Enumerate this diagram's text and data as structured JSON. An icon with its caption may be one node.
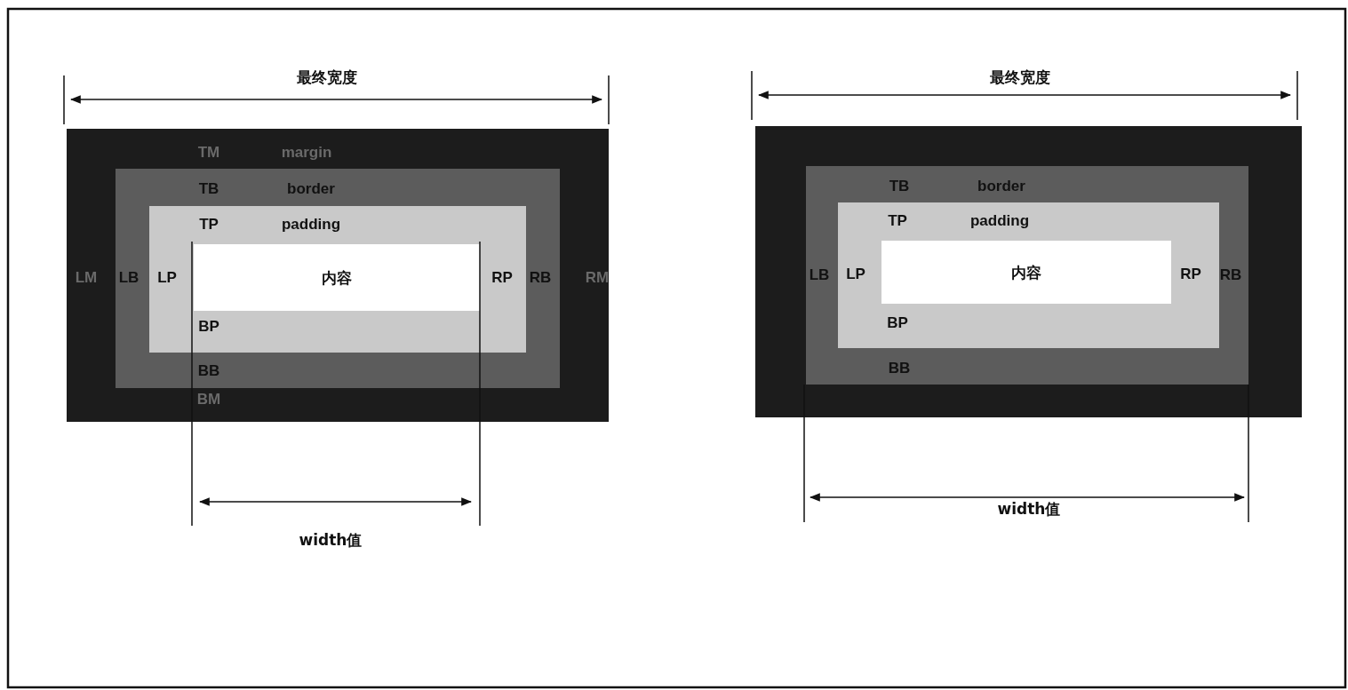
{
  "diagram": {
    "nodes": [
      {
        "text": [
          "TM",
          "margin",
          "LM",
          "RM",
          "BM"
        ]
      },
      {
        "text": [
          "TB",
          "border",
          "LB",
          "RB",
          "BB"
        ],
        "in": 0
      },
      {
        "text": [
          "TP",
          "padding",
          "LP",
          "RP",
          "BP"
        ],
        "in": 1
      },
      {
        "text": [
          "内容"
        ],
        "in": 2
      },
      {
        "text": [],
        "shape": "box"
      },
      {
        "text": [
          "TB",
          "border",
          "LB",
          "RB",
          "BB"
        ],
        "in": 4
      },
      {
        "text": [
          "TP",
          "padding",
          "LP",
          "RP",
          "BP"
        ],
        "in": 5
      },
      {
        "text": [
          "内容"
        ],
        "in": 6
      }
    ],
    "edges": [],
    "labels": [
      "最终宽度",
      "width值",
      "最终宽度",
      "width值"
    ]
  }
}
